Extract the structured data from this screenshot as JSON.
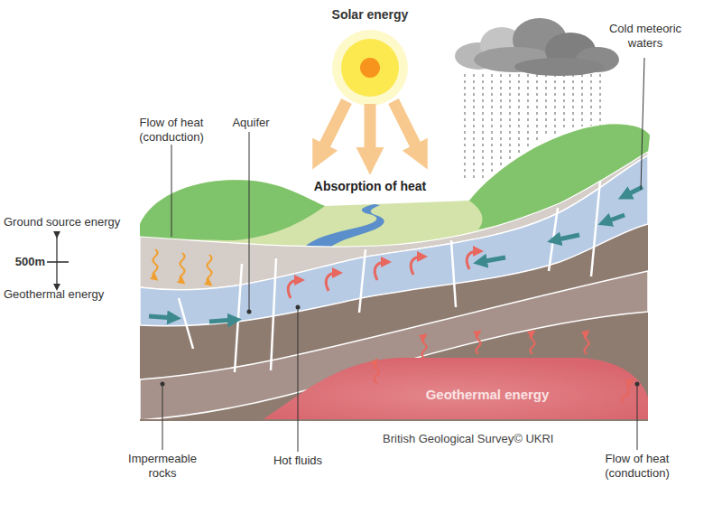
{
  "diagram": {
    "labels": [
      "Solar energy",
      "Cold meteoric waters",
      "Flow of heat (conduction)",
      "Aquifer",
      "Absorption of heat",
      "Ground source energy",
      "500m",
      "Geothermal energy",
      "Geothermal energy",
      "British Geological Survey© UKRI",
      "Impermeable rocks",
      "Hot fluids",
      "Flow of heat (conduction)"
    ]
  }
}
